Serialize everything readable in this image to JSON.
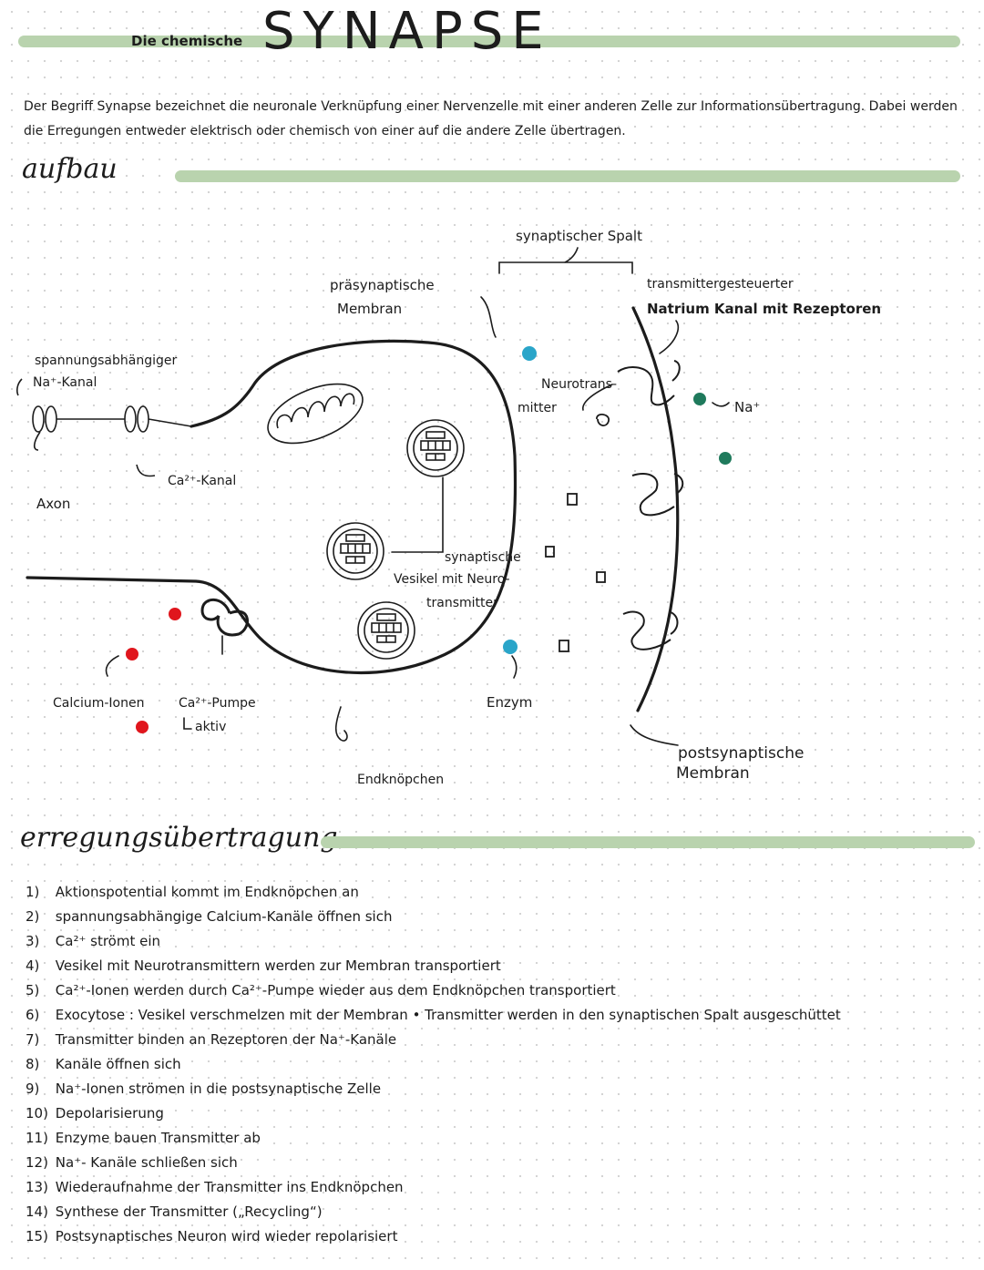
{
  "header": {
    "subtitle": "Die  chemische",
    "title": "SYNAPSE"
  },
  "intro": {
    "text": "Der Begriff Synapse bezeichnet die neuronale Verknüpfung einer Nervenzelle mit einer anderen Zelle zur Informationsübertragung. Dabei werden die Erregungen entweder elektrisch oder chemisch von einer auf die andere Zelle übertragen."
  },
  "sections": {
    "aufbau": "aufbau",
    "erregung": "erregungsübertragung"
  },
  "diagram": {
    "labels": {
      "spalt": "synaptischer Spalt",
      "praesyn_1": "präsynaptische",
      "praesyn_2": "Membran",
      "transmitter_1": "transmittergesteuerter",
      "transmitter_2": "Natrium Kanal mit Rezeptoren",
      "spannung_1": "spannungsabhängiger",
      "spannung_2": "Na⁺-Kanal",
      "neurotrans_1": "Neurotrans-",
      "neurotrans_2": "mitter",
      "na": "Na⁺",
      "ca_kanal": "Ca²⁺-Kanal",
      "axon": "Axon",
      "vesikel_1": "synaptische",
      "vesikel_2": "Vesikel mit Neuro-",
      "vesikel_3": "transmitter",
      "calcium": "Calcium-Ionen",
      "pumpe": "Ca²⁺-Pumpe",
      "aktiv": "aktiv",
      "enzym": "Enzym",
      "endknoepfchen": "Endknöpchen",
      "postsyn_1": "postsynaptische",
      "postsyn_2": "Membran"
    },
    "colors": {
      "neurotransmitter": "#2aa5c9",
      "sodium": "#1f7a5c",
      "calcium": "#e0161d",
      "highlight": "#b9d3ae",
      "ink": "#1c1c1c"
    }
  },
  "steps": [
    {
      "num": "1)",
      "text": "Aktionspotential kommt im Endknöpchen an"
    },
    {
      "num": "2)",
      "text": "spannungsabhängige Calcium-Kanäle öffnen sich"
    },
    {
      "num": "3)",
      "text": "Ca²⁺ strömt ein"
    },
    {
      "num": "4)",
      "text": "Vesikel mit Neurotransmittern werden zur Membran transportiert"
    },
    {
      "num": "5)",
      "text": "Ca²⁺-Ionen werden durch Ca²⁺-Pumpe wieder aus dem Endknöpchen transportiert"
    },
    {
      "num": "6)",
      "text": "Exocytose : Vesikel verschmelzen mit der Membran • Transmitter werden in den synaptischen Spalt ausgeschüttet"
    },
    {
      "num": "7)",
      "text": "Transmitter binden an Rezeptoren der Na⁺-Kanäle"
    },
    {
      "num": "8)",
      "text": "Kanäle öffnen sich"
    },
    {
      "num": "9)",
      "text": "Na⁺-Ionen strömen in die postsynaptische Zelle"
    },
    {
      "num": "10)",
      "text": "Depolarisierung"
    },
    {
      "num": "11)",
      "text": "Enzyme bauen Transmitter ab"
    },
    {
      "num": "12)",
      "text": "Na⁺- Kanäle schließen sich"
    },
    {
      "num": "13)",
      "text": "Wiederaufnahme der Transmitter ins Endknöpchen"
    },
    {
      "num": "14)",
      "text": "Synthese der Transmitter („Recycling“)"
    },
    {
      "num": "15)",
      "text": "Postsynaptisches Neuron wird wieder repolarisiert"
    }
  ]
}
